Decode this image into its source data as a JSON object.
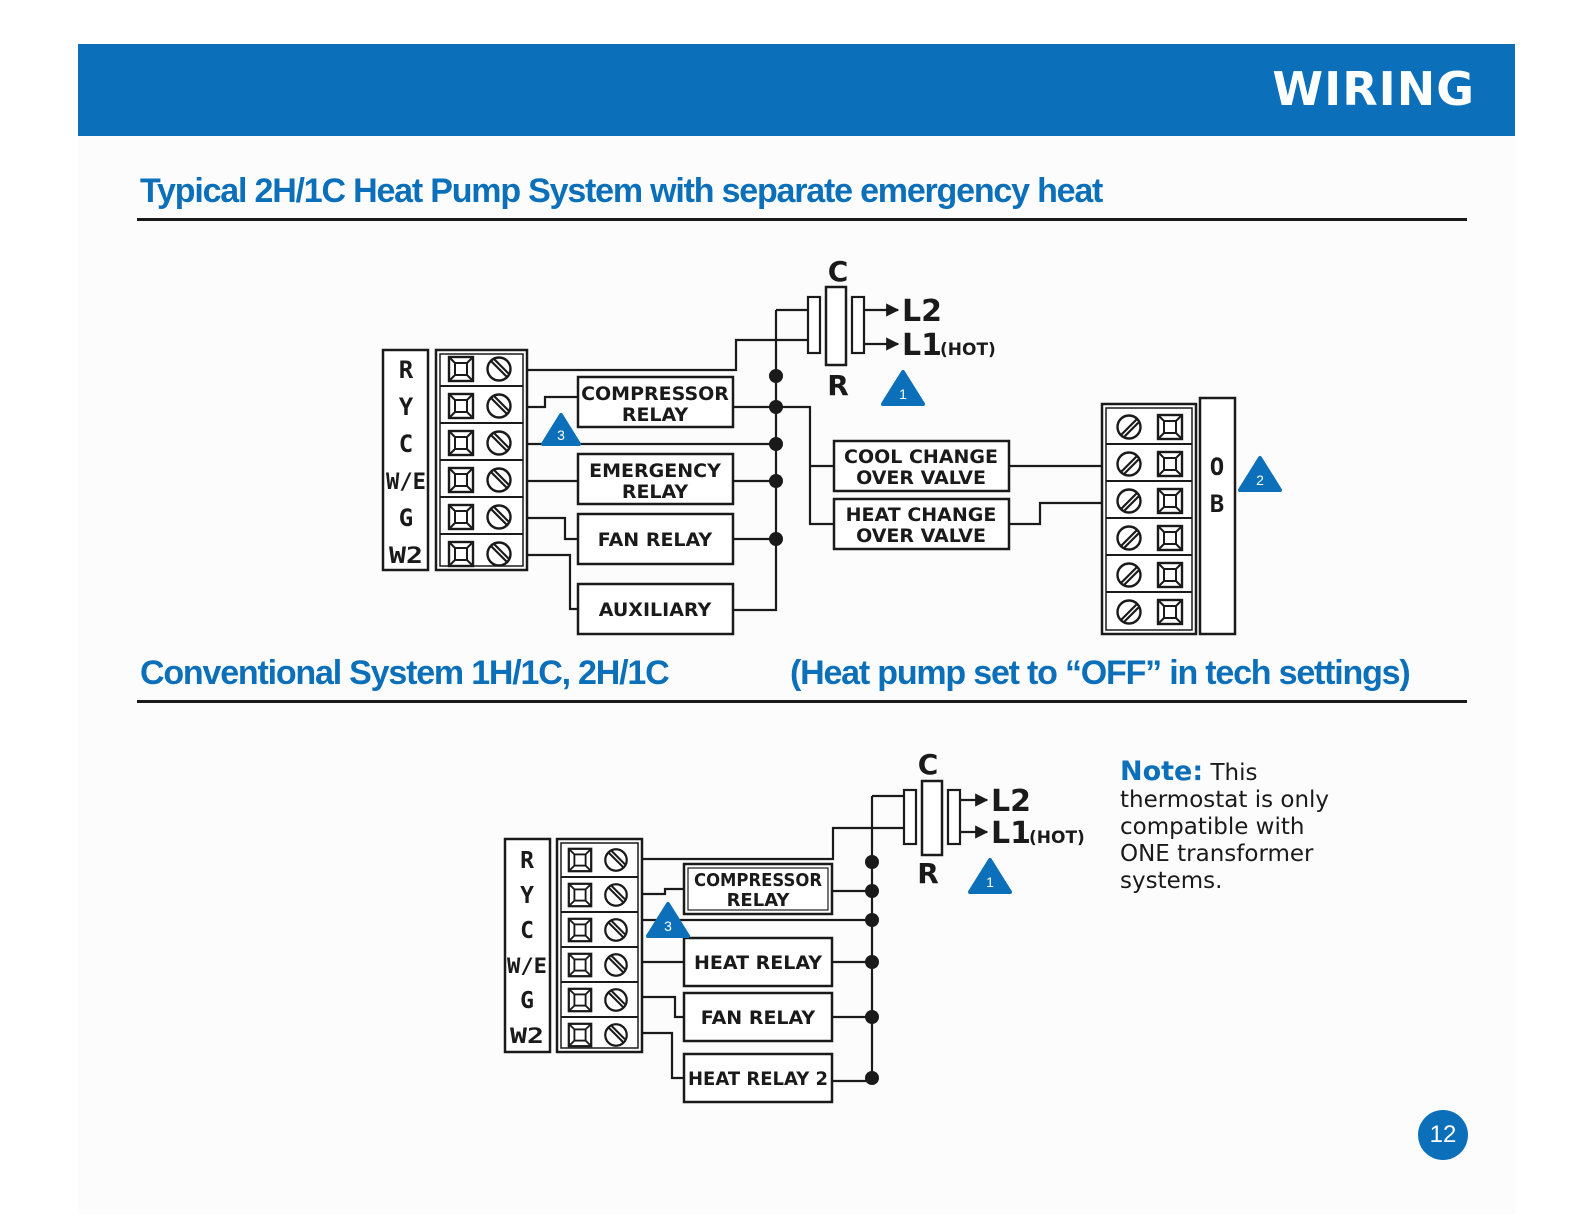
{
  "header": {
    "title": "WIRING"
  },
  "section1": {
    "title": "Typical 2H/1C Heat Pump System with separate emergency heat",
    "terminals": [
      "R",
      "Y",
      "C",
      "W/E",
      "G",
      "W2"
    ],
    "transformer": {
      "top": "C",
      "bottom": "R",
      "line2": "L2",
      "line1": "L1",
      "line1_note": "(HOT)"
    },
    "relays": {
      "compressor": [
        "COMPRESSOR",
        "RELAY"
      ],
      "emergency": [
        "EMERGENCY",
        "RELAY"
      ],
      "fan": "FAN RELAY",
      "auxiliary": "AUXILIARY",
      "cool_valve": [
        "COOL CHANGE",
        "OVER VALVE"
      ],
      "heat_valve": [
        "HEAT CHANGE",
        "OVER VALVE"
      ]
    },
    "ob_terminals": [
      "O",
      "B"
    ],
    "markers": [
      "1",
      "2",
      "3"
    ]
  },
  "section2": {
    "title": "Conventional System 1H/1C, 2H/1C",
    "subtitle": "(Heat pump set to “OFF” in tech settings)",
    "terminals": [
      "R",
      "Y",
      "C",
      "W/E",
      "G",
      "W2"
    ],
    "transformer": {
      "top": "C",
      "bottom": "R",
      "line2": "L2",
      "line1": "L1",
      "line1_note": "(HOT)"
    },
    "relays": {
      "compressor": [
        "COMPRESSOR",
        "RELAY"
      ],
      "heat": "HEAT RELAY",
      "fan": "FAN RELAY",
      "heat2": "HEAT RELAY 2"
    },
    "markers": [
      "1",
      "3"
    ]
  },
  "note": {
    "label": "Note:",
    "text": "This thermostat is only compatible with ONE transformer systems."
  },
  "page_number": "12",
  "colors": {
    "brand_blue": "#0b6fba",
    "ink": "#1a1a1a"
  }
}
